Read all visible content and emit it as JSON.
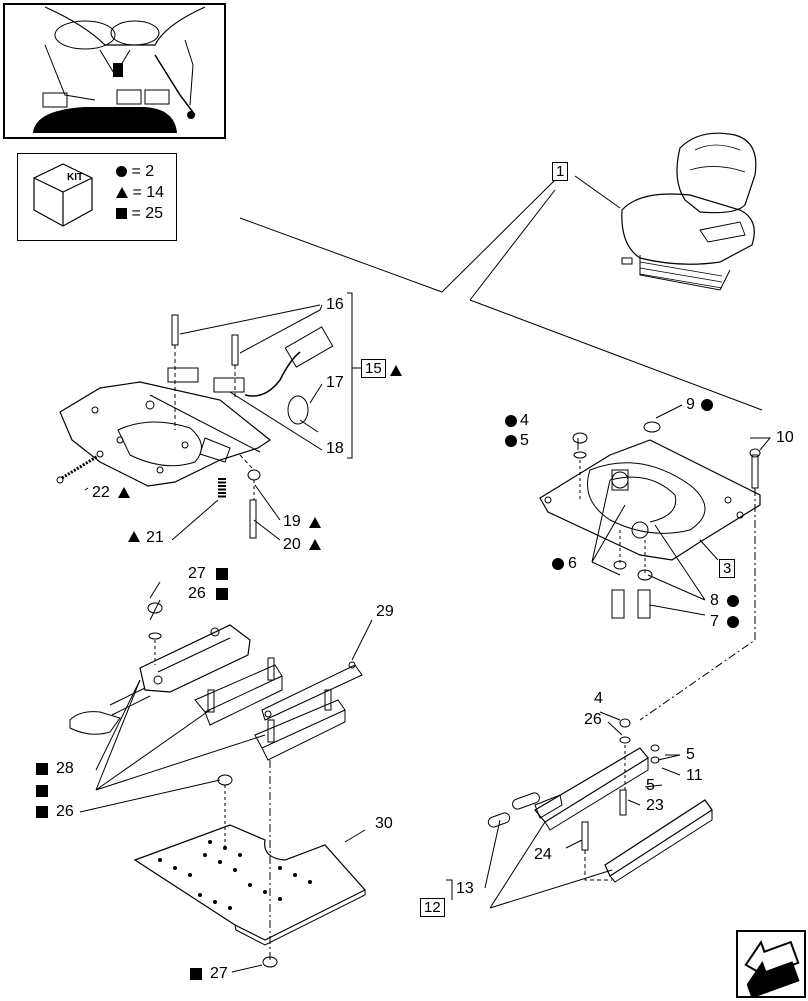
{
  "kit_legend": {
    "kit_label": "KIT",
    "rows": [
      {
        "symbol": "circle",
        "text": "= 2"
      },
      {
        "symbol": "triangle",
        "text": "= 14"
      },
      {
        "symbol": "square",
        "text": "= 25"
      }
    ]
  },
  "boxed_labels": {
    "seat": "1",
    "kit_15": "15",
    "plate_3": "3",
    "kit_12": "12"
  },
  "callouts": {
    "c16": "16",
    "c17": "17",
    "c18": "18",
    "c19": "19",
    "c20": "20",
    "c21": "21",
    "c22": "22",
    "c4a": "4",
    "c5a": "5",
    "c9": "9",
    "c10": "10",
    "c6": "6",
    "c8": "8",
    "c7": "7",
    "c27a": "27",
    "c26a": "26",
    "c29": "29",
    "c28": "28",
    "c26b": "26",
    "c30": "30",
    "c27b": "27",
    "c4b": "4",
    "c26c": "26",
    "c5b": "5",
    "c11": "11",
    "c5c": "5",
    "c23": "23",
    "c24": "24",
    "c13": "13"
  },
  "icons": {
    "kit_cube": "kit-cube-icon",
    "navigation": "next-page-arrow-icon",
    "thumbnail": "tractor-cab-location-thumbnail"
  },
  "colors": {
    "ink": "#000000",
    "background": "#ffffff"
  }
}
